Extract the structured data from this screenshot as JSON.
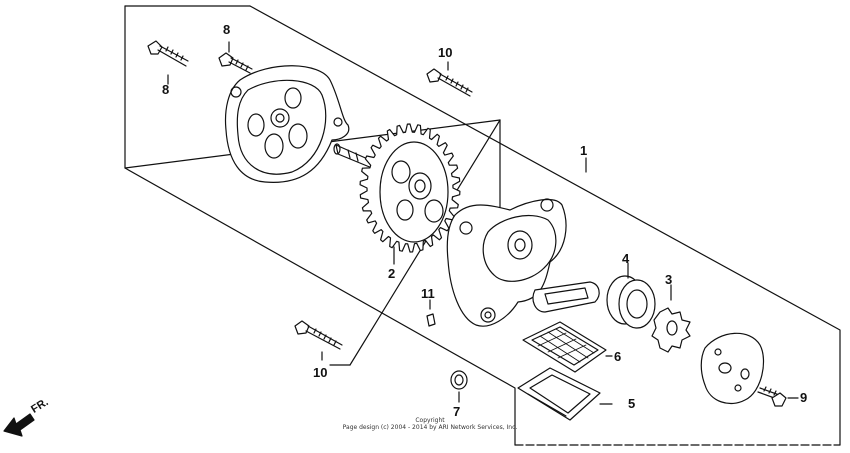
{
  "callouts": {
    "c1": "1",
    "c2": "2",
    "c3": "3",
    "c4": "4",
    "c5": "5",
    "c6": "6",
    "c7": "7",
    "c8a": "8",
    "c8b": "8",
    "c9": "9",
    "c10a": "10",
    "c10b": "10",
    "c11": "11"
  },
  "copyright": {
    "line1": "Copyright",
    "line2": "Page design (c) 2004 - 2014 by ARI Network Services, Inc."
  },
  "direction_label": "FR."
}
